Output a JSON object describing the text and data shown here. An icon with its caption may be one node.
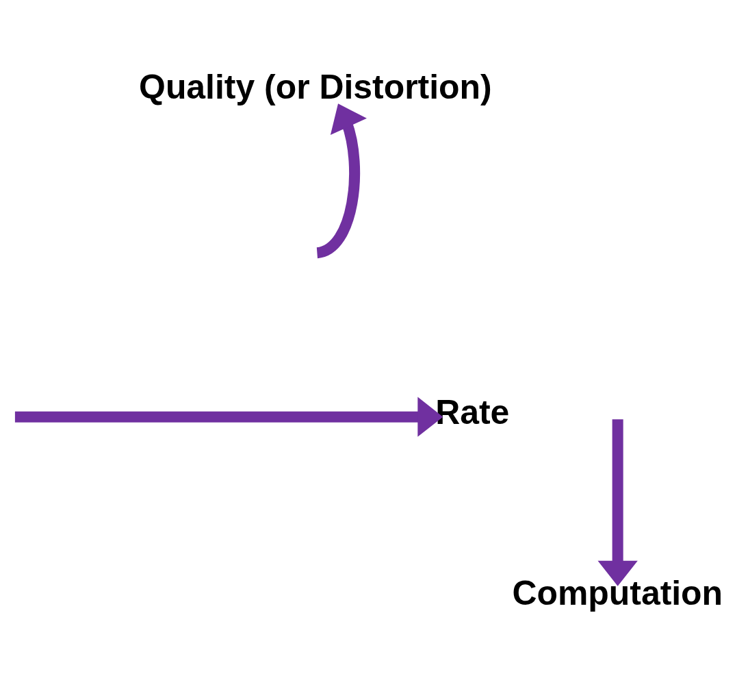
{
  "diagram": {
    "nodes": [
      {
        "text": [
          "Quality (or Distortion)"
        ]
      },
      {
        "text": [
          "Rate"
        ]
      },
      {
        "text": [
          "Computation"
        ]
      }
    ],
    "edges": [
      {
        "from": null,
        "to": 0,
        "arrow": "to"
      },
      {
        "from": null,
        "to": 1,
        "arrow": "to"
      },
      {
        "from": null,
        "to": 2,
        "arrow": "to"
      }
    ]
  }
}
